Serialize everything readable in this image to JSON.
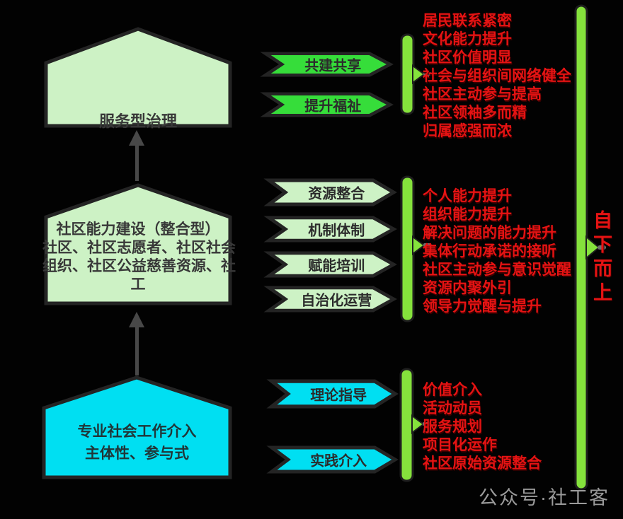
{
  "houses": {
    "top": {
      "lines": [
        "服务型治理"
      ],
      "fill": "#cdf2c5"
    },
    "middle": {
      "lines": [
        "社区能力建设（整合型）",
        "社区、社区志愿者、社区社会",
        "组织、社区公益慈善资源、社",
        "工"
      ],
      "fill": "#cdf2c5"
    },
    "bottom": {
      "lines": [
        "专业社会工作介入",
        "主体性、参与式"
      ],
      "fill": "#00dff2"
    }
  },
  "chevrons": {
    "top": [
      "共建共享",
      "提升福祉"
    ],
    "middle": [
      "资源整合",
      "机制体制",
      "赋能培训",
      "自治化运营"
    ],
    "bottom": [
      "理论指导",
      "实践介入"
    ]
  },
  "outcomes": {
    "top": [
      "居民联系紧密",
      "文化能力提升",
      "社区价值明显",
      "社会与组织间网络健全",
      "社区主动参与提高",
      "社区领袖多而精",
      "归属感强而浓"
    ],
    "middle": [
      "个人能力提升",
      "组织能力提升",
      "解决问题的能力提升",
      "集体行动承诺的接听",
      "社区主动参与意识觉醒",
      "资源内聚外引",
      "领导力觉醒与提升"
    ],
    "bottom": [
      "价值介入",
      "活动动员",
      "服务规划",
      "项目化运作",
      "社区原始资源整合"
    ]
  },
  "side_label": "自下而上",
  "watermark": "公众号·社工客",
  "colors": {
    "background": "#020202",
    "pale_green": "#cdf2c5",
    "bright_green": "#36dd3a",
    "brace_green": "#85e23c",
    "cyan": "#00dff2",
    "red_text": "#e51313",
    "dark_border": "#242424",
    "arrow_gray": "#484848",
    "watermark_gray": "#9a9a9a"
  }
}
